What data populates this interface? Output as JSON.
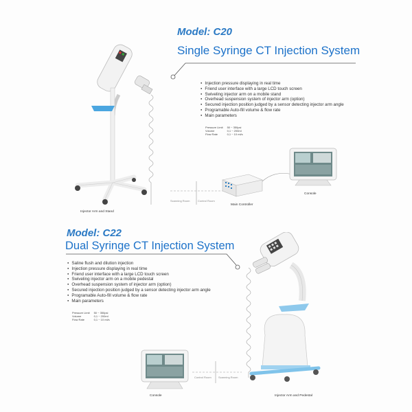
{
  "c20": {
    "model": "Model: C20",
    "title": "Single Syringe  CT Injection System",
    "features": [
      "Injection pressure displaying in real time",
      "Friend user interface with a large LCD touch screen",
      "Swiveling injector arm on a mobile stand",
      "Overhead  suspension system of injector arm (option)",
      "Secured injection position judged  by a sensor detecting injector arm angle",
      "Programable Auto-fill volume & flow rate",
      "Main parameters"
    ],
    "params": [
      {
        "name": "Pressure Limit",
        "value": "50 ~ 350psi"
      },
      {
        "name": "Volume",
        "value": "0,1 ~ 200ml"
      },
      {
        "name": "Flow Rate",
        "value": "0,1 ~ 10 ml/s"
      }
    ],
    "captions": {
      "stand": "Injector Arm and Stand",
      "controller": "Main Controller",
      "console": "Console",
      "scanning_room": "Scanning Room",
      "control_room": "Control Room"
    }
  },
  "c22": {
    "model": "Model: C22",
    "title": "Dual Syringe CT Injection System",
    "features": [
      "Saline flush and dilution injection",
      "Injection pressure displaying in real time",
      "Friend user interface with a large LCD touch screen",
      "Swiveling injector arm on a mobile pedestal",
      "Overhead  suspension system of injector arm (option)",
      "Secured injection position judged  by a sensor detecting injector arm angle",
      "Programable Auto-fill volume & flow rate",
      "Main parameters"
    ],
    "params": [
      {
        "name": "Pressure Limit",
        "value": "50 ~ 350psi"
      },
      {
        "name": "Volume",
        "value": "0,1 ~ 200ml"
      },
      {
        "name": "Flow Rate",
        "value": "0,1 ~ 10 ml/s"
      }
    ],
    "captions": {
      "console": "Console",
      "pedestal": "Injector Arm and Pedestal",
      "control_room": "Control Room",
      "scanning_room": "Scanning Room"
    }
  },
  "colors": {
    "accent_blue": "#1d72c9",
    "light_blue": "#7fc3ea"
  }
}
